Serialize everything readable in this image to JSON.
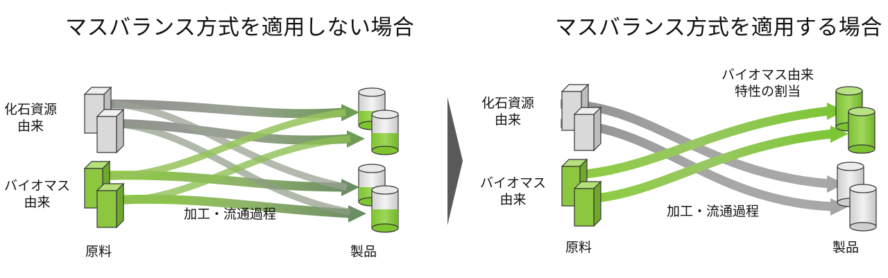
{
  "left_panel": {
    "title": "マスバランス方式を適用しない場合",
    "source_fossil_line1": "化石資源",
    "source_fossil_line2": "由来",
    "source_bio_line1": "バイオマス",
    "source_bio_line2": "由来",
    "process_label": "加工・流通過程",
    "raw_material_label": "原料",
    "product_label": "製品"
  },
  "right_panel": {
    "title": "マスバランス方式を適用する場合",
    "source_fossil_line1": "化石資源",
    "source_fossil_line2": "由来",
    "source_bio_line1": "バイオマス",
    "source_bio_line2": "由来",
    "allocation_line1": "バイオマス由来",
    "allocation_line2": "特性の割当",
    "process_label": "加工・流通過程",
    "raw_material_label": "原料",
    "product_label": "製品"
  },
  "colors": {
    "green_flow": "#8ccc3c",
    "gray_flow": "#9a9a9a",
    "green_box": "#8dc63f",
    "gray_box": "#d9d9d9",
    "divider": "#595959"
  }
}
